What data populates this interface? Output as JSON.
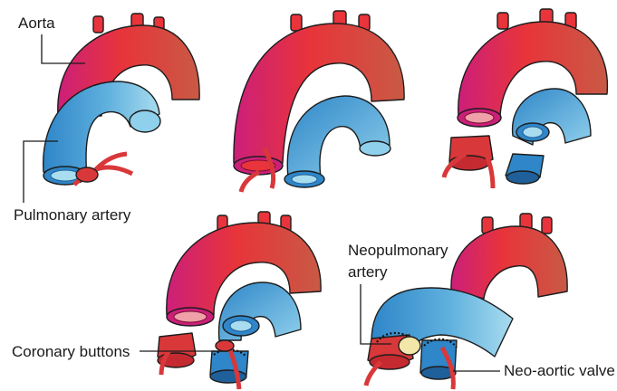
{
  "labels": {
    "aorta": "Aorta",
    "pulmonary_artery": "Pulmonary artery",
    "coronary_buttons": "Coronary buttons",
    "neopulmonary_artery_line1": "Neopulmonary",
    "neopulmonary_artery_line2": "artery",
    "neo_aortic_valve": "Neo-aortic valve"
  },
  "colors": {
    "aorta_red": "#e8343a",
    "aorta_magenta": "#cc1f7a",
    "aorta_brown": "#c85a45",
    "pulmonary_blue": "#2f86c8",
    "pulmonary_light": "#a8dcef",
    "pulmonary_dark": "#1f5f9a",
    "coronary_red": "#d9383a",
    "patch_yellow": "#f2e6a8"
  }
}
